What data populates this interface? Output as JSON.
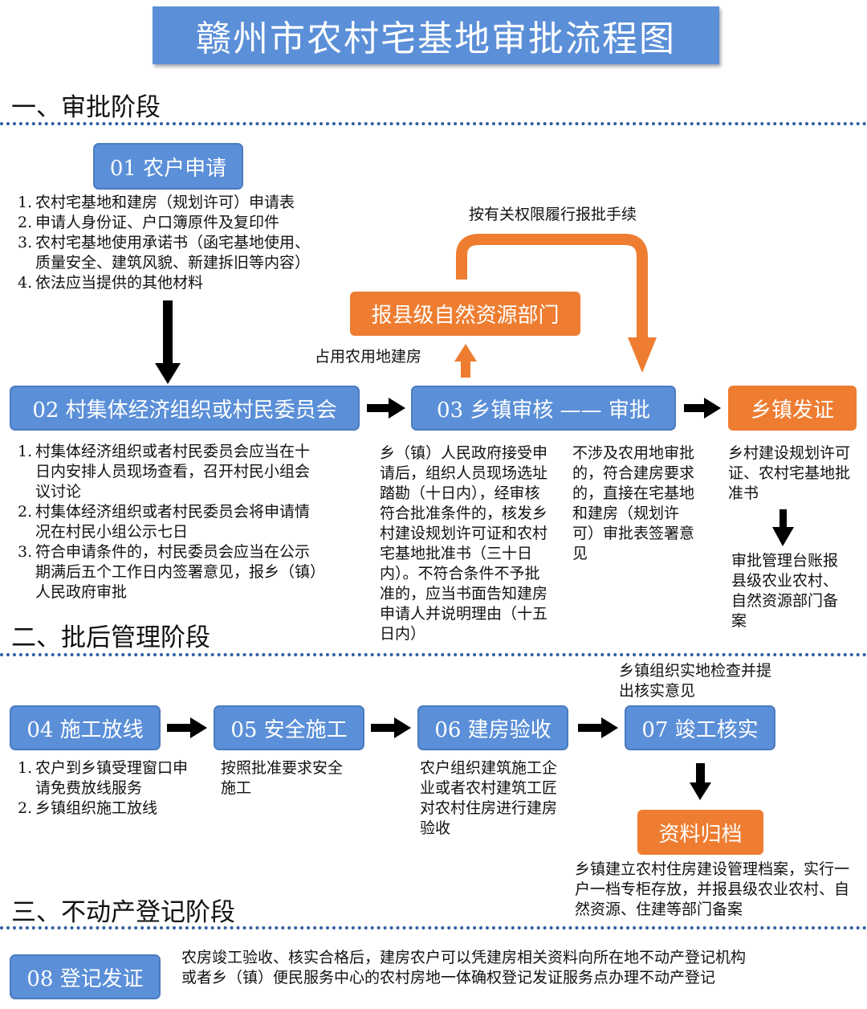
{
  "title": "赣州市农村宅基地审批流程图",
  "sections": {
    "s1": "一、审批阶段",
    "s2": "二、批后管理阶段",
    "s3": "三、不动产登记阶段"
  },
  "steps": {
    "s01": "01 农户申请",
    "s02": "02 村集体经济组织或村民委员会",
    "s03": "03 乡镇审核 —— 审批",
    "issue": "乡镇发证",
    "county": "报县级自然资源部门",
    "s04": "04 施工放线",
    "s05": "05 安全施工",
    "s06": "06 建房验收",
    "s07": "07 竣工核实",
    "archive": "资料归档",
    "s08": "08 登记发证"
  },
  "notes": {
    "s01_items": [
      {
        "num": "1.",
        "text": "农村宅基地和建房（规划许可）申请表"
      },
      {
        "num": "2.",
        "text": "申请人身份证、户口簿原件及复印件"
      },
      {
        "num": "3.",
        "text": "农村宅基地使用承诺书（函宅基地使用、质量安全、建筑风貌、新建拆旧等内容）"
      },
      {
        "num": "4.",
        "text": "依法应当提供的其他材料"
      }
    ],
    "route_label": "按有关权限履行报批手续",
    "farmland_label": "占用农用地建房",
    "s02_items": [
      {
        "num": "1.",
        "text": "村集体经济组织或者村民委员会应当在十日内安排人员现场查看，召开村民小组会议讨论"
      },
      {
        "num": "2.",
        "text": "村集体经济组织或者村民委员会将申请情况在村民小组公示七日"
      },
      {
        "num": "3.",
        "text": "符合申请条件的，村民委员会应当在公示期满后五个工作日内签署意见，报乡（镇）人民政府审批"
      }
    ],
    "s03_left": "乡（镇）人民政府接受申请后，组织人员现场选址踏勘（十日内），经审核符合批准条件的，核发乡村建设规划许可证和农村宅基地批准书（三十日内）。不符合条件不予批准的，应当书面告知建房申请人并说明理由（十五日内）",
    "s03_right": "不涉及农用地审批的，符合建房要求的，直接在宅基地和建房（规划许可）审批表签署意见",
    "issue_text": "乡村建设规划许可证、农村宅基地批准书",
    "ledger_text": "审批管理台账报县级农业农村、自然资源部门备案",
    "s04_items": [
      {
        "num": "1.",
        "text": "农户到乡镇受理窗口申请免费放线服务"
      },
      {
        "num": "2.",
        "text": "乡镇组织施工放线"
      }
    ],
    "s05_text": "按照批准要求安全施工",
    "s06_text": "农户组织建筑施工企业或者农村建筑工匠对农村住房进行建房验收",
    "s07_top": "乡镇组织实地检查并提出核实意见",
    "archive_text": "乡镇建立农村住房建设管理档案，实行一户一档专柜存放，并报县级农业农村、自然资源、住建等部门备案",
    "s08_text": "农房竣工验收、核实合格后，建房农户可以凭建房相关资料向所在地不动产登记机构或者乡（镇）便民服务中心的农村房地一体确权登记发证服务点办理不动产登记"
  },
  "colors": {
    "blue": "#5b8fd8",
    "orange": "#ee7d31",
    "divider": "#2e5fa3"
  }
}
